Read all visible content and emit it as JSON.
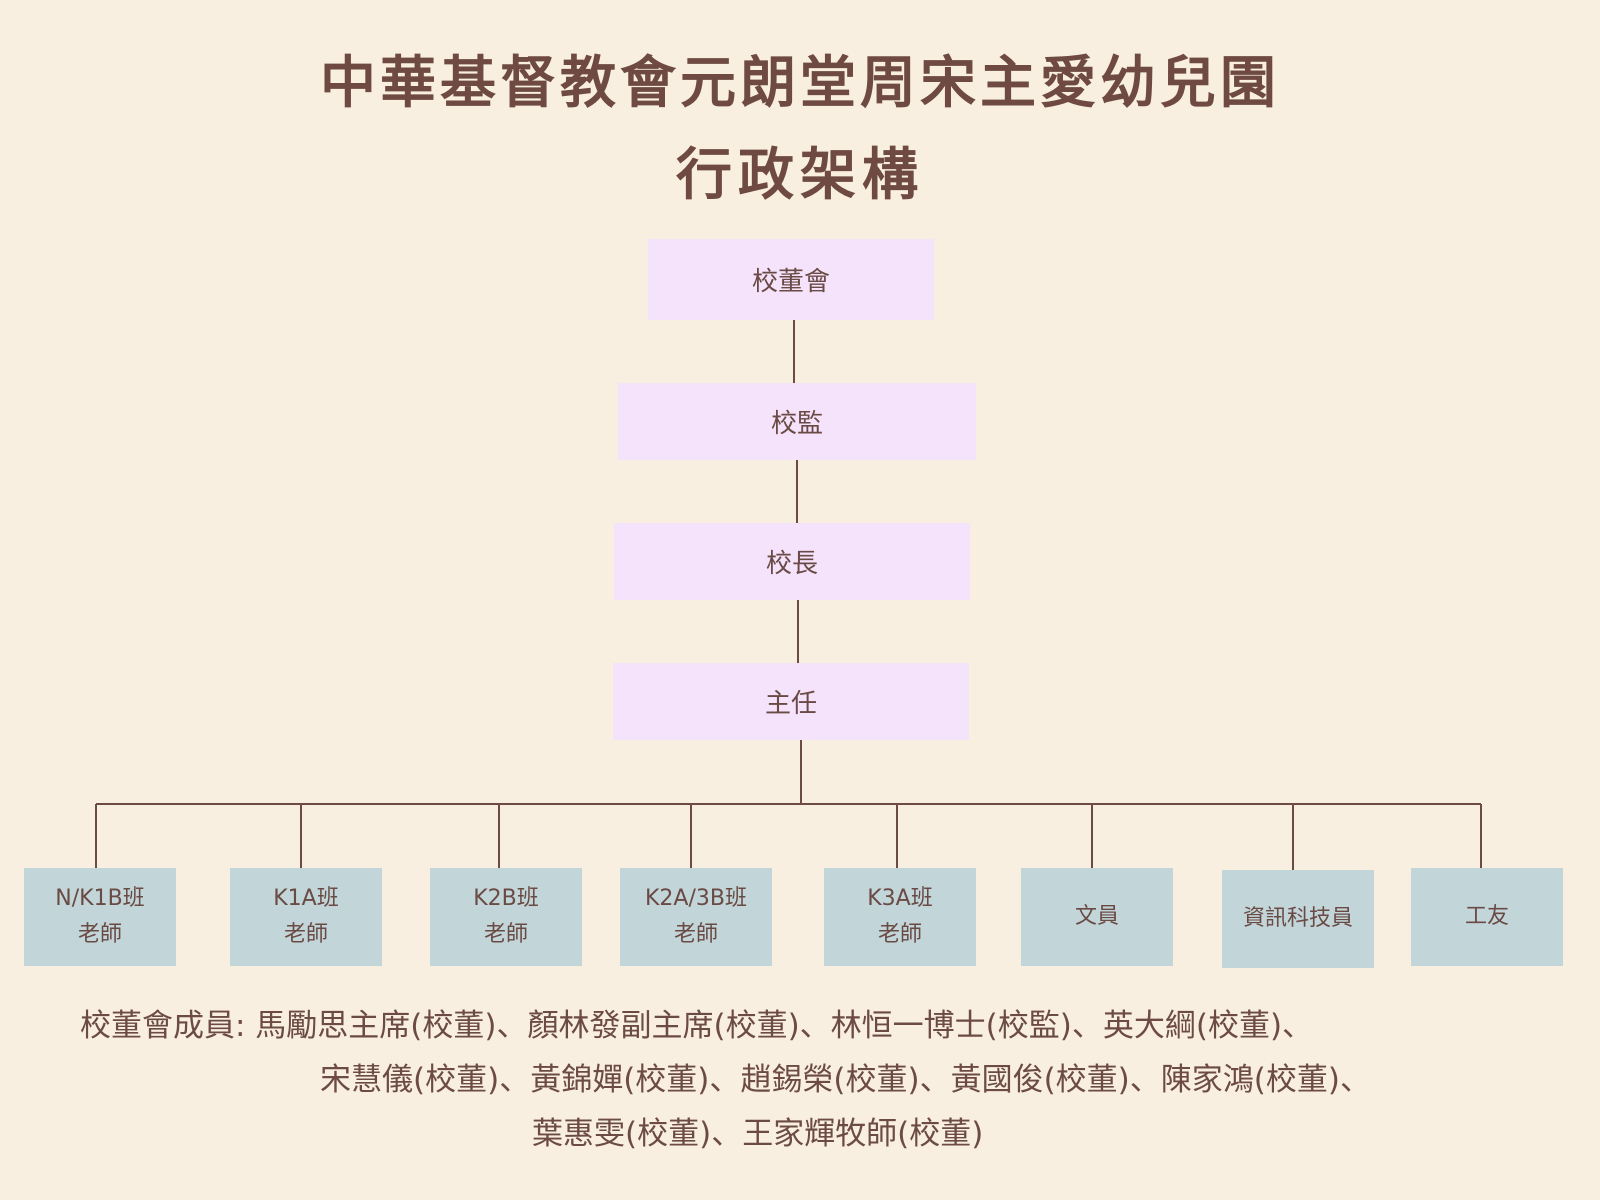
{
  "title": {
    "line1": "中華基督教會元朗堂周宋主愛幼兒園",
    "line2": "行政架構"
  },
  "nodes": {
    "board": "校董會",
    "supervisor": "校監",
    "principal": "校長",
    "director": "主任"
  },
  "units": [
    {
      "name": "N/K1B班",
      "sub": "老師"
    },
    {
      "name": "K1A班",
      "sub": "老師"
    },
    {
      "name": "K2B班",
      "sub": "老師"
    },
    {
      "name": "K2A/3B班",
      "sub": "老師"
    },
    {
      "name": "K3A班",
      "sub": "老師"
    },
    {
      "name": "文員",
      "sub": ""
    },
    {
      "name": "資訊科技員",
      "sub": ""
    },
    {
      "name": "工友",
      "sub": ""
    }
  ],
  "members": {
    "line1": "校董會成員: 馬勵思主席(校董)、顏林發副主席(校董)、林恒一博士(校監)、英大綱(校董)、",
    "line2": "宋慧儀(校董)、黃錦嬋(校董)、趙錫榮(校董)、黃國俊(校董)、陳家鴻(校董)、",
    "line3": "葉惠雯(校董)、王家輝牧師(校董)"
  },
  "colors": {
    "background": "#f8efe1",
    "top_box": "#f4e3fa",
    "bottom_box": "#c2d5d9",
    "line": "#6d4b45",
    "text": "#6d4b45"
  }
}
